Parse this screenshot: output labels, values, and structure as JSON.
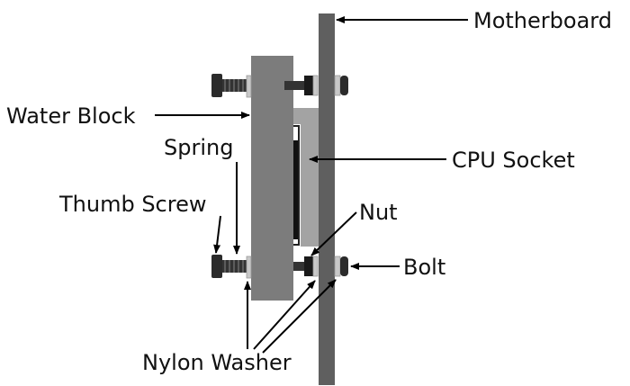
{
  "labels": {
    "motherboard": "Motherboard",
    "water_block": "Water Block",
    "spring": "Spring",
    "cpu_socket": "CPU Socket",
    "thumb_screw": "Thumb Screw",
    "nut": "Nut",
    "bolt": "Bolt",
    "nylon_washer": "Nylon Washer"
  },
  "colors": {
    "motherboard": "#5f5f5f",
    "water_block": "#7c7c7c",
    "cpu_socket": "#a3a3a3",
    "bolt_head": "#2b2b2b",
    "washer": "#c8c8c8",
    "arrow": "#000000"
  }
}
